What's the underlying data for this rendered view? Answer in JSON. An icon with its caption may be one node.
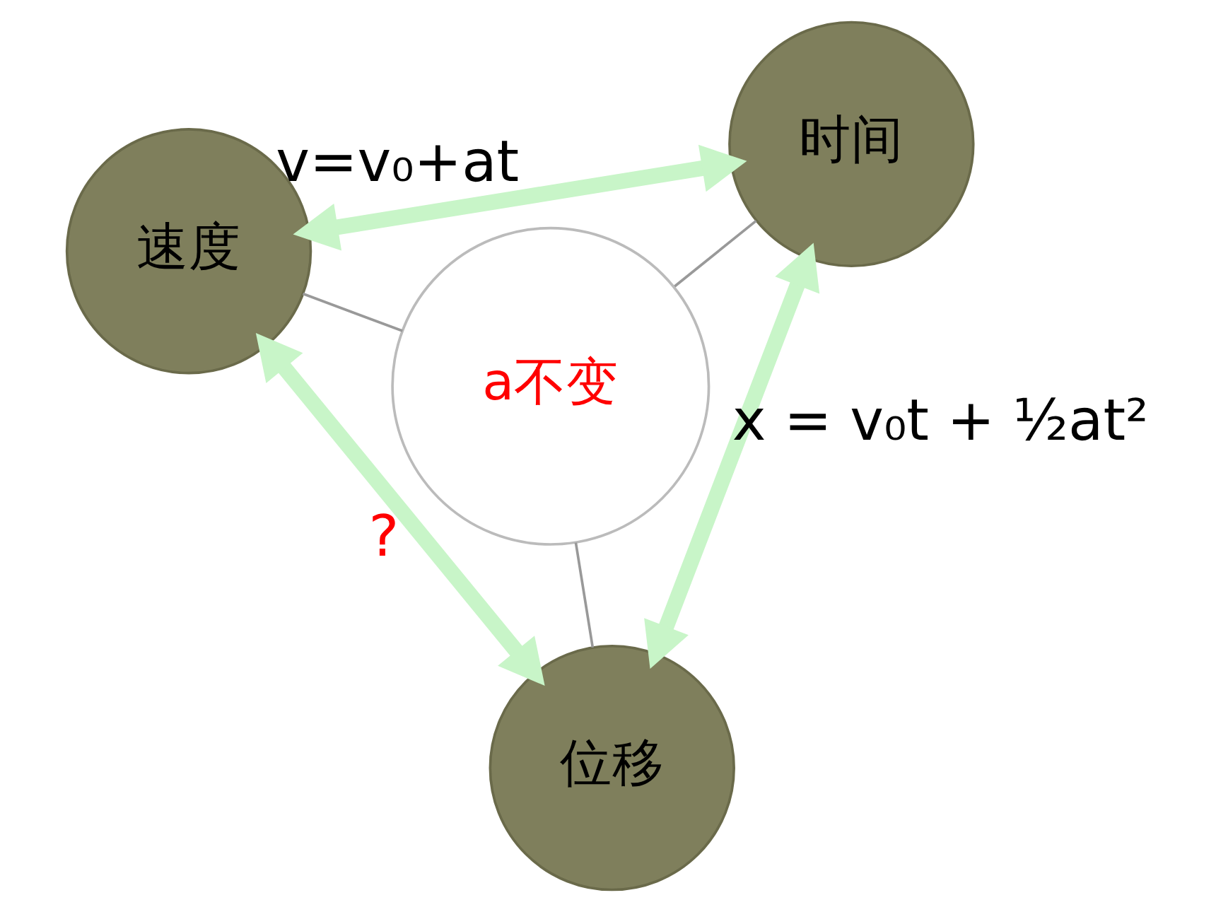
{
  "diagram": {
    "nodes": [
      {
        "text": [
          "速度"
        ]
      },
      {
        "text": [
          "时间"
        ]
      },
      {
        "text": [
          "位移"
        ]
      },
      {
        "text": [
          "a不变"
        ]
      }
    ],
    "edges": [
      {
        "from": 0,
        "to": 1,
        "arrow": "both",
        "label": "v=v₀+at",
        "style": "thick",
        "color": "#c8f5c8"
      },
      {
        "from": 0,
        "to": 2,
        "arrow": "both",
        "label": "?",
        "style": "thick",
        "color": "#c8f5c8"
      },
      {
        "from": 1,
        "to": 2,
        "arrow": "both",
        "label": "x = v₀t + ½at²",
        "style": "thick",
        "color": "#c8f5c8"
      },
      {
        "from": 3,
        "to": 0,
        "arrow": "none",
        "color": "#999999"
      },
      {
        "from": 3,
        "to": 1,
        "arrow": "none",
        "color": "#999999"
      },
      {
        "from": 3,
        "to": 2,
        "arrow": "none",
        "color": "#999999"
      }
    ]
  }
}
